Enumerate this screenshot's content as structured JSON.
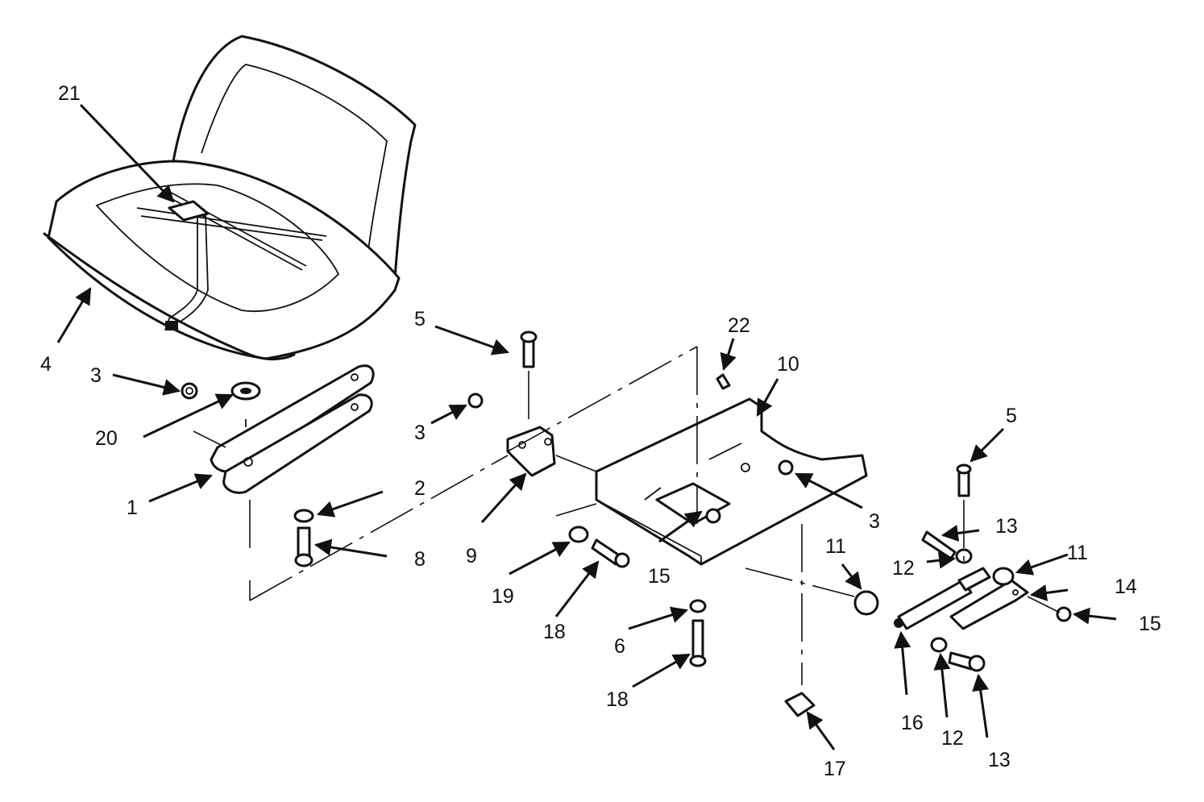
{
  "callouts": [
    {
      "id": "c21",
      "text": "21"
    },
    {
      "id": "c4",
      "text": "4"
    },
    {
      "id": "c3a",
      "text": "3"
    },
    {
      "id": "c20",
      "text": "20"
    },
    {
      "id": "c1",
      "text": "1"
    },
    {
      "id": "c2",
      "text": "2"
    },
    {
      "id": "c8",
      "text": "8"
    },
    {
      "id": "c5a",
      "text": "5"
    },
    {
      "id": "c3b",
      "text": "3"
    },
    {
      "id": "c9",
      "text": "9"
    },
    {
      "id": "c22",
      "text": "22"
    },
    {
      "id": "c10",
      "text": "10"
    },
    {
      "id": "c3c",
      "text": "3"
    },
    {
      "id": "c15a",
      "text": "15"
    },
    {
      "id": "c19",
      "text": "19"
    },
    {
      "id": "c18a",
      "text": "18"
    },
    {
      "id": "c6",
      "text": "6"
    },
    {
      "id": "c18b",
      "text": "18"
    },
    {
      "id": "c11a",
      "text": "11"
    },
    {
      "id": "c17",
      "text": "17"
    },
    {
      "id": "c5b",
      "text": "5"
    },
    {
      "id": "c13a",
      "text": "13"
    },
    {
      "id": "c12a",
      "text": "12"
    },
    {
      "id": "c11b",
      "text": "11"
    },
    {
      "id": "c14",
      "text": "14"
    },
    {
      "id": "c15b",
      "text": "15"
    },
    {
      "id": "c16",
      "text": "16"
    },
    {
      "id": "c12b",
      "text": "12"
    },
    {
      "id": "c13b",
      "text": "13"
    }
  ]
}
